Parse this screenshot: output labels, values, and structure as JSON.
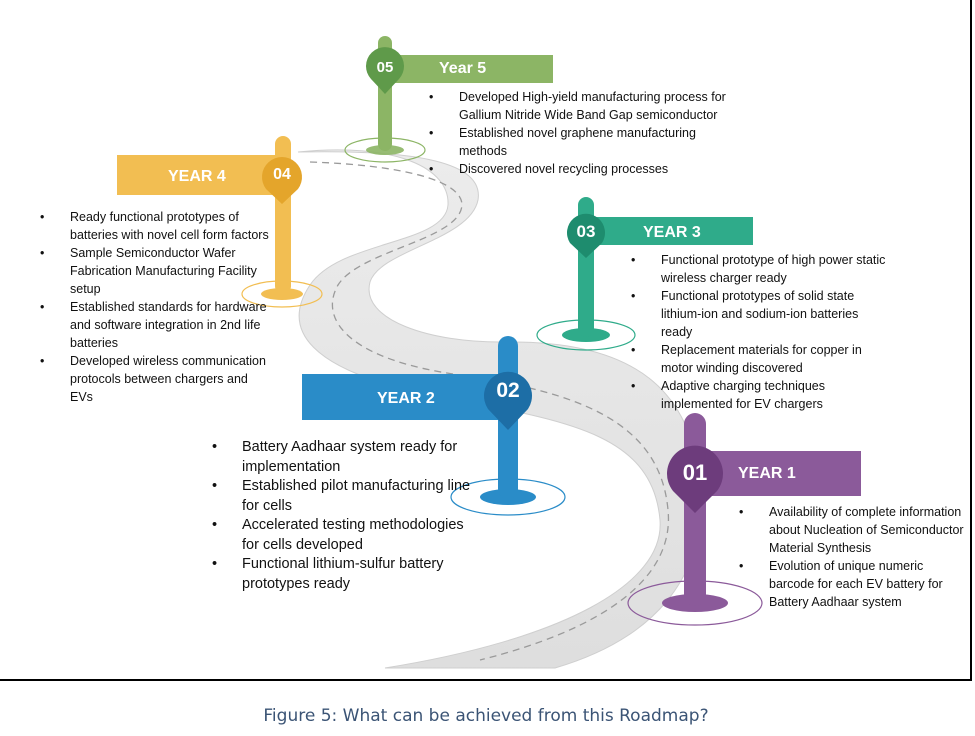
{
  "milestones": [
    {
      "number": "05",
      "title": "Year 5",
      "color": "#8cb565",
      "items": [
        "Developed High-yield manufacturing process for Gallium Nitride Wide Band Gap semiconductor",
        "Established novel graphene manufacturing methods",
        "Discovered novel recycling processes"
      ]
    },
    {
      "number": "04",
      "title": "YEAR 4",
      "color": "#f2be52",
      "items": [
        "Ready functional prototypes of batteries with novel cell form factors",
        "Sample Semiconductor Wafer Fabrication Manufacturing Facility setup",
        "Established standards for hardware and software integration in 2nd life batteries",
        "Developed wireless communication protocols between chargers and EVs"
      ]
    },
    {
      "number": "03",
      "title": "YEAR 3",
      "color": "#2fab8a",
      "items": [
        "Functional prototype of high power static wireless charger ready",
        "Functional prototypes of solid state lithium-ion and sodium-ion batteries ready",
        "Replacement materials for copper in motor winding discovered",
        "Adaptive charging techniques implemented for EV chargers"
      ]
    },
    {
      "number": "02",
      "title": "YEAR 2",
      "color": "#2a8cc8",
      "items": [
        "Battery Aadhaar system ready for implementation",
        "Established pilot manufacturing line for cells",
        "Accelerated testing methodologies for cells developed",
        "Functional lithium-sulfur battery prototypes ready"
      ]
    },
    {
      "number": "01",
      "title": "YEAR 1",
      "color": "#8b5a9a",
      "items": [
        "Availability of complete information about Nucleation of Semiconductor Material Synthesis",
        "Evolution of unique numeric barcode for each EV battery for Battery Aadhaar system"
      ]
    }
  ],
  "caption": "Figure 5: What can be achieved from this Roadmap?"
}
